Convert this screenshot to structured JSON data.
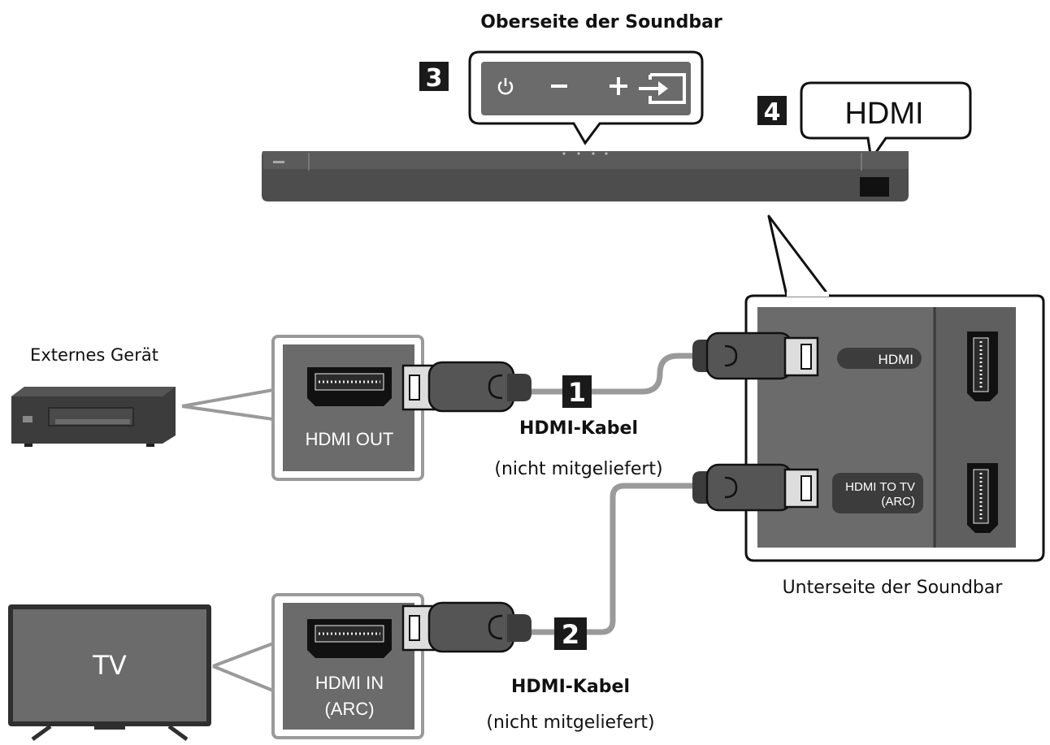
{
  "labels": {
    "top_side": "Oberseite der Soundbar",
    "bottom_side": "Unterseite der Soundbar",
    "external_device": "Externes Gerät",
    "tv_screen": "TV",
    "cable1_line1": "HDMI-Kabel",
    "cable1_line2": "(nicht mitgeliefert)",
    "cable2_line1": "HDMI-Kabel",
    "cable2_line2": "(nicht mitgeliefert)"
  },
  "ports": {
    "device_out": "HDMI OUT",
    "tv_in_line1": "HDMI IN",
    "tv_in_line2": "(ARC)",
    "soundbar_hdmi": "HDMI",
    "soundbar_to_tv_line1": "HDMI TO TV",
    "soundbar_to_tv_line2": "(ARC)",
    "callout_hdmi": "HDMI"
  },
  "steps": {
    "one": "1",
    "two": "2",
    "three": "3",
    "four": "4"
  },
  "buttons": {
    "power_icon": "power-icon",
    "minus": "–",
    "plus": "+",
    "source_icon": "input-source-icon"
  },
  "colors": {
    "panel": "#6b6b6b",
    "panel_dark": "#3c3c3c",
    "soundbar": "#4a4a4a",
    "cable": "#9a9a9a",
    "plug": "#555555",
    "badge": "#1a1a1a"
  }
}
